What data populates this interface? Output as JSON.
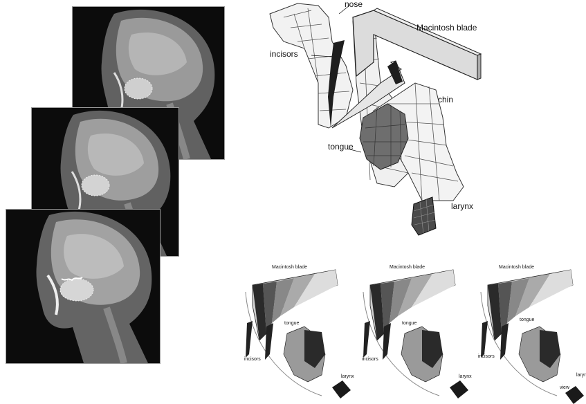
{
  "labels": {
    "nose": "nose",
    "macintosh_blade": "Macintosh blade",
    "incisors": "incisors",
    "chin": "chin",
    "tongue": "tongue",
    "larynx": "larynx"
  },
  "small_panels": [
    {
      "blade": "Macintosh blade",
      "tongue": "tongue",
      "incisors": "incisors",
      "larynx": "larynx"
    },
    {
      "blade": "Macintosh blade",
      "tongue": "tongue",
      "incisors": "incisors",
      "larynx": "larynx"
    },
    {
      "blade": "Macintosh blade",
      "tongue": "tongue",
      "incisors": "incisors",
      "larynx": "larynx",
      "extra": "view"
    }
  ],
  "colors": {
    "mri_background": "#0c0c0c",
    "mesh_fill": "#f2f2f2",
    "blade_fill": "#d9d9d9",
    "tongue_fill": "#6e6e6e",
    "dark_part": "#222222"
  }
}
